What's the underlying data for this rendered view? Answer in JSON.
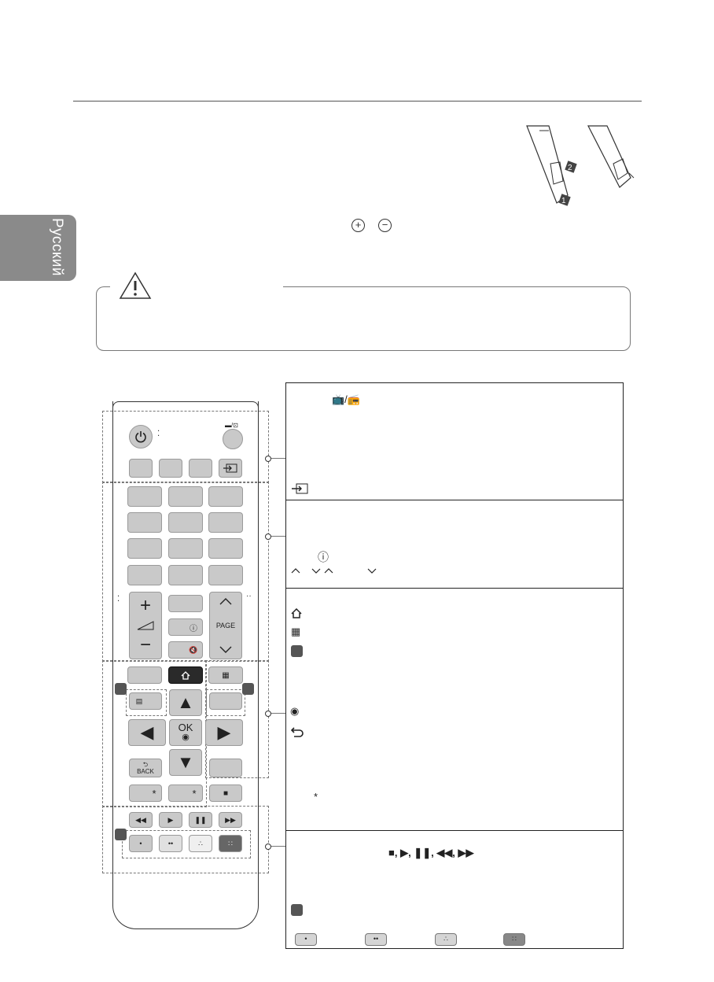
{
  "sidebar": {
    "language_tab": "Русский"
  },
  "battery_section": {
    "plus_symbol": "+",
    "minus_symbol": "−"
  },
  "caution": {
    "icon": "warning-triangle-icon"
  },
  "remote": {
    "volume_plus": "+",
    "volume_minus": "−",
    "page_label": "PAGE",
    "ok_label": "OK",
    "back_label": "BACK",
    "star": "*",
    "icons": {
      "power": "power-icon",
      "tv_radio": "tv-radio-icon",
      "input": "input-icon",
      "home": "home-icon",
      "apps": "grid-icon",
      "info": "info-icon",
      "mute": "mute-icon"
    }
  },
  "panel": {
    "tv_radio_symbol": "📺/📻",
    "star_symbol": "*",
    "playback_symbols": "■, ▶, ❚❚, ◀◀, ▶▶",
    "color_dots": [
      "•",
      "••",
      "∴",
      "∷"
    ]
  },
  "colors": {
    "button_gray": "#c9c9c9",
    "dark_button": "#2a2a2a",
    "marker": "#555555"
  }
}
